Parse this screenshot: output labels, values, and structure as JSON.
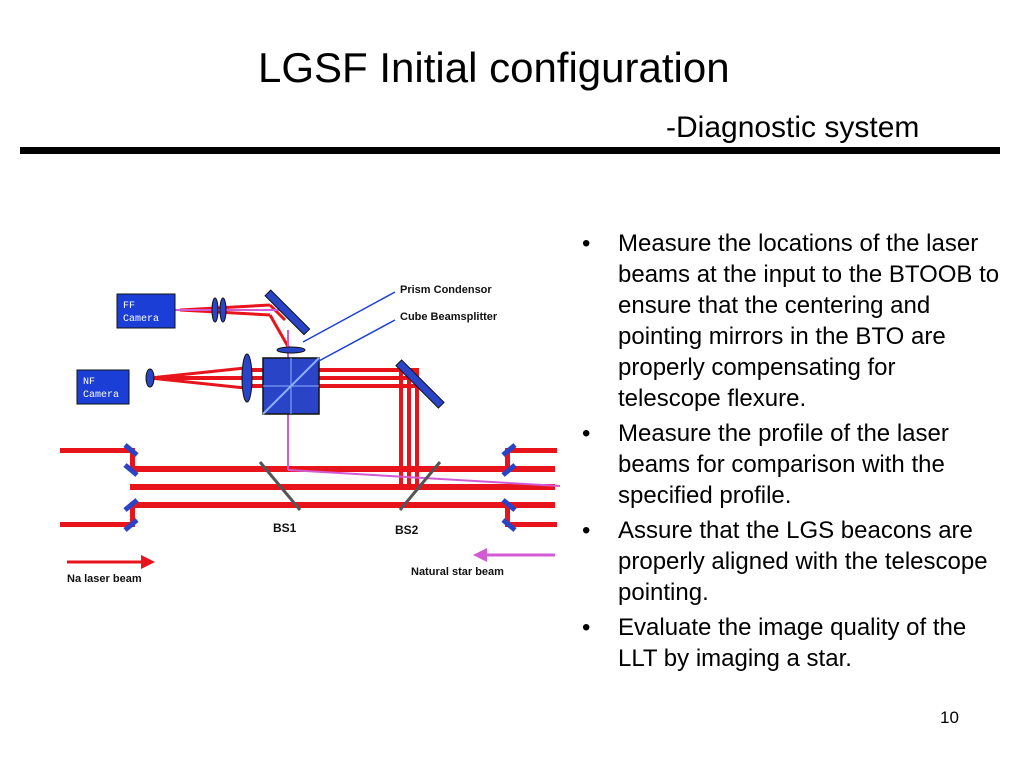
{
  "slide": {
    "title": "LGSF Initial configuration",
    "subtitle": "-Diagnostic system",
    "page_number": "10"
  },
  "diagram": {
    "labels": {
      "prism_condensor": "Prism Condensor",
      "cube_beamsplitter": "Cube Beamsplitter",
      "ff_camera_line1": "FF",
      "ff_camera_line2": "Camera",
      "nf_camera_line1": "NF",
      "nf_camera_line2": "Camera",
      "bs1": "BS1",
      "bs2": "BS2",
      "na_laser_beam": "Na laser beam",
      "natural_star_beam": "Natural star beam"
    },
    "colors": {
      "laser": "#e8141c",
      "star": "#d25ad2",
      "optics": "#2a44c8",
      "camera": "#1b3fd6"
    }
  },
  "bullets": [
    "Measure the locations of the laser beams at the input to the BTOOB to ensure that the centering and pointing mirrors in the BTO are properly compensating for telescope flexure.",
    "Measure the profile of the laser beams for comparison with the specified profile.",
    "Assure that the LGS beacons are properly aligned with the telescope pointing.",
    "Evaluate the image quality of the LLT by imaging a star."
  ]
}
